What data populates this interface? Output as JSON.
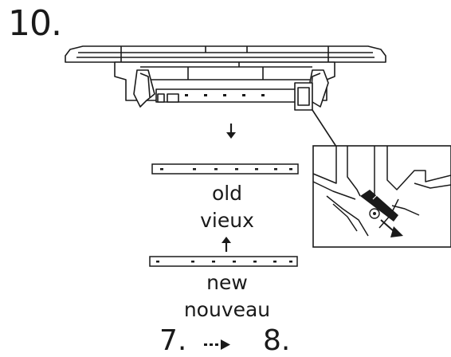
{
  "step": {
    "number": "10."
  },
  "strips": {
    "old": {
      "label_en": "old",
      "label_fr": "vieux"
    },
    "new": {
      "label_en": "new",
      "label_fr": "nouveau"
    }
  },
  "sequence": {
    "from": "7.",
    "to": "8."
  },
  "icons": {
    "down": "arrow-down-icon",
    "up": "arrow-up-icon",
    "next": "dotted-arrow-right-icon"
  }
}
